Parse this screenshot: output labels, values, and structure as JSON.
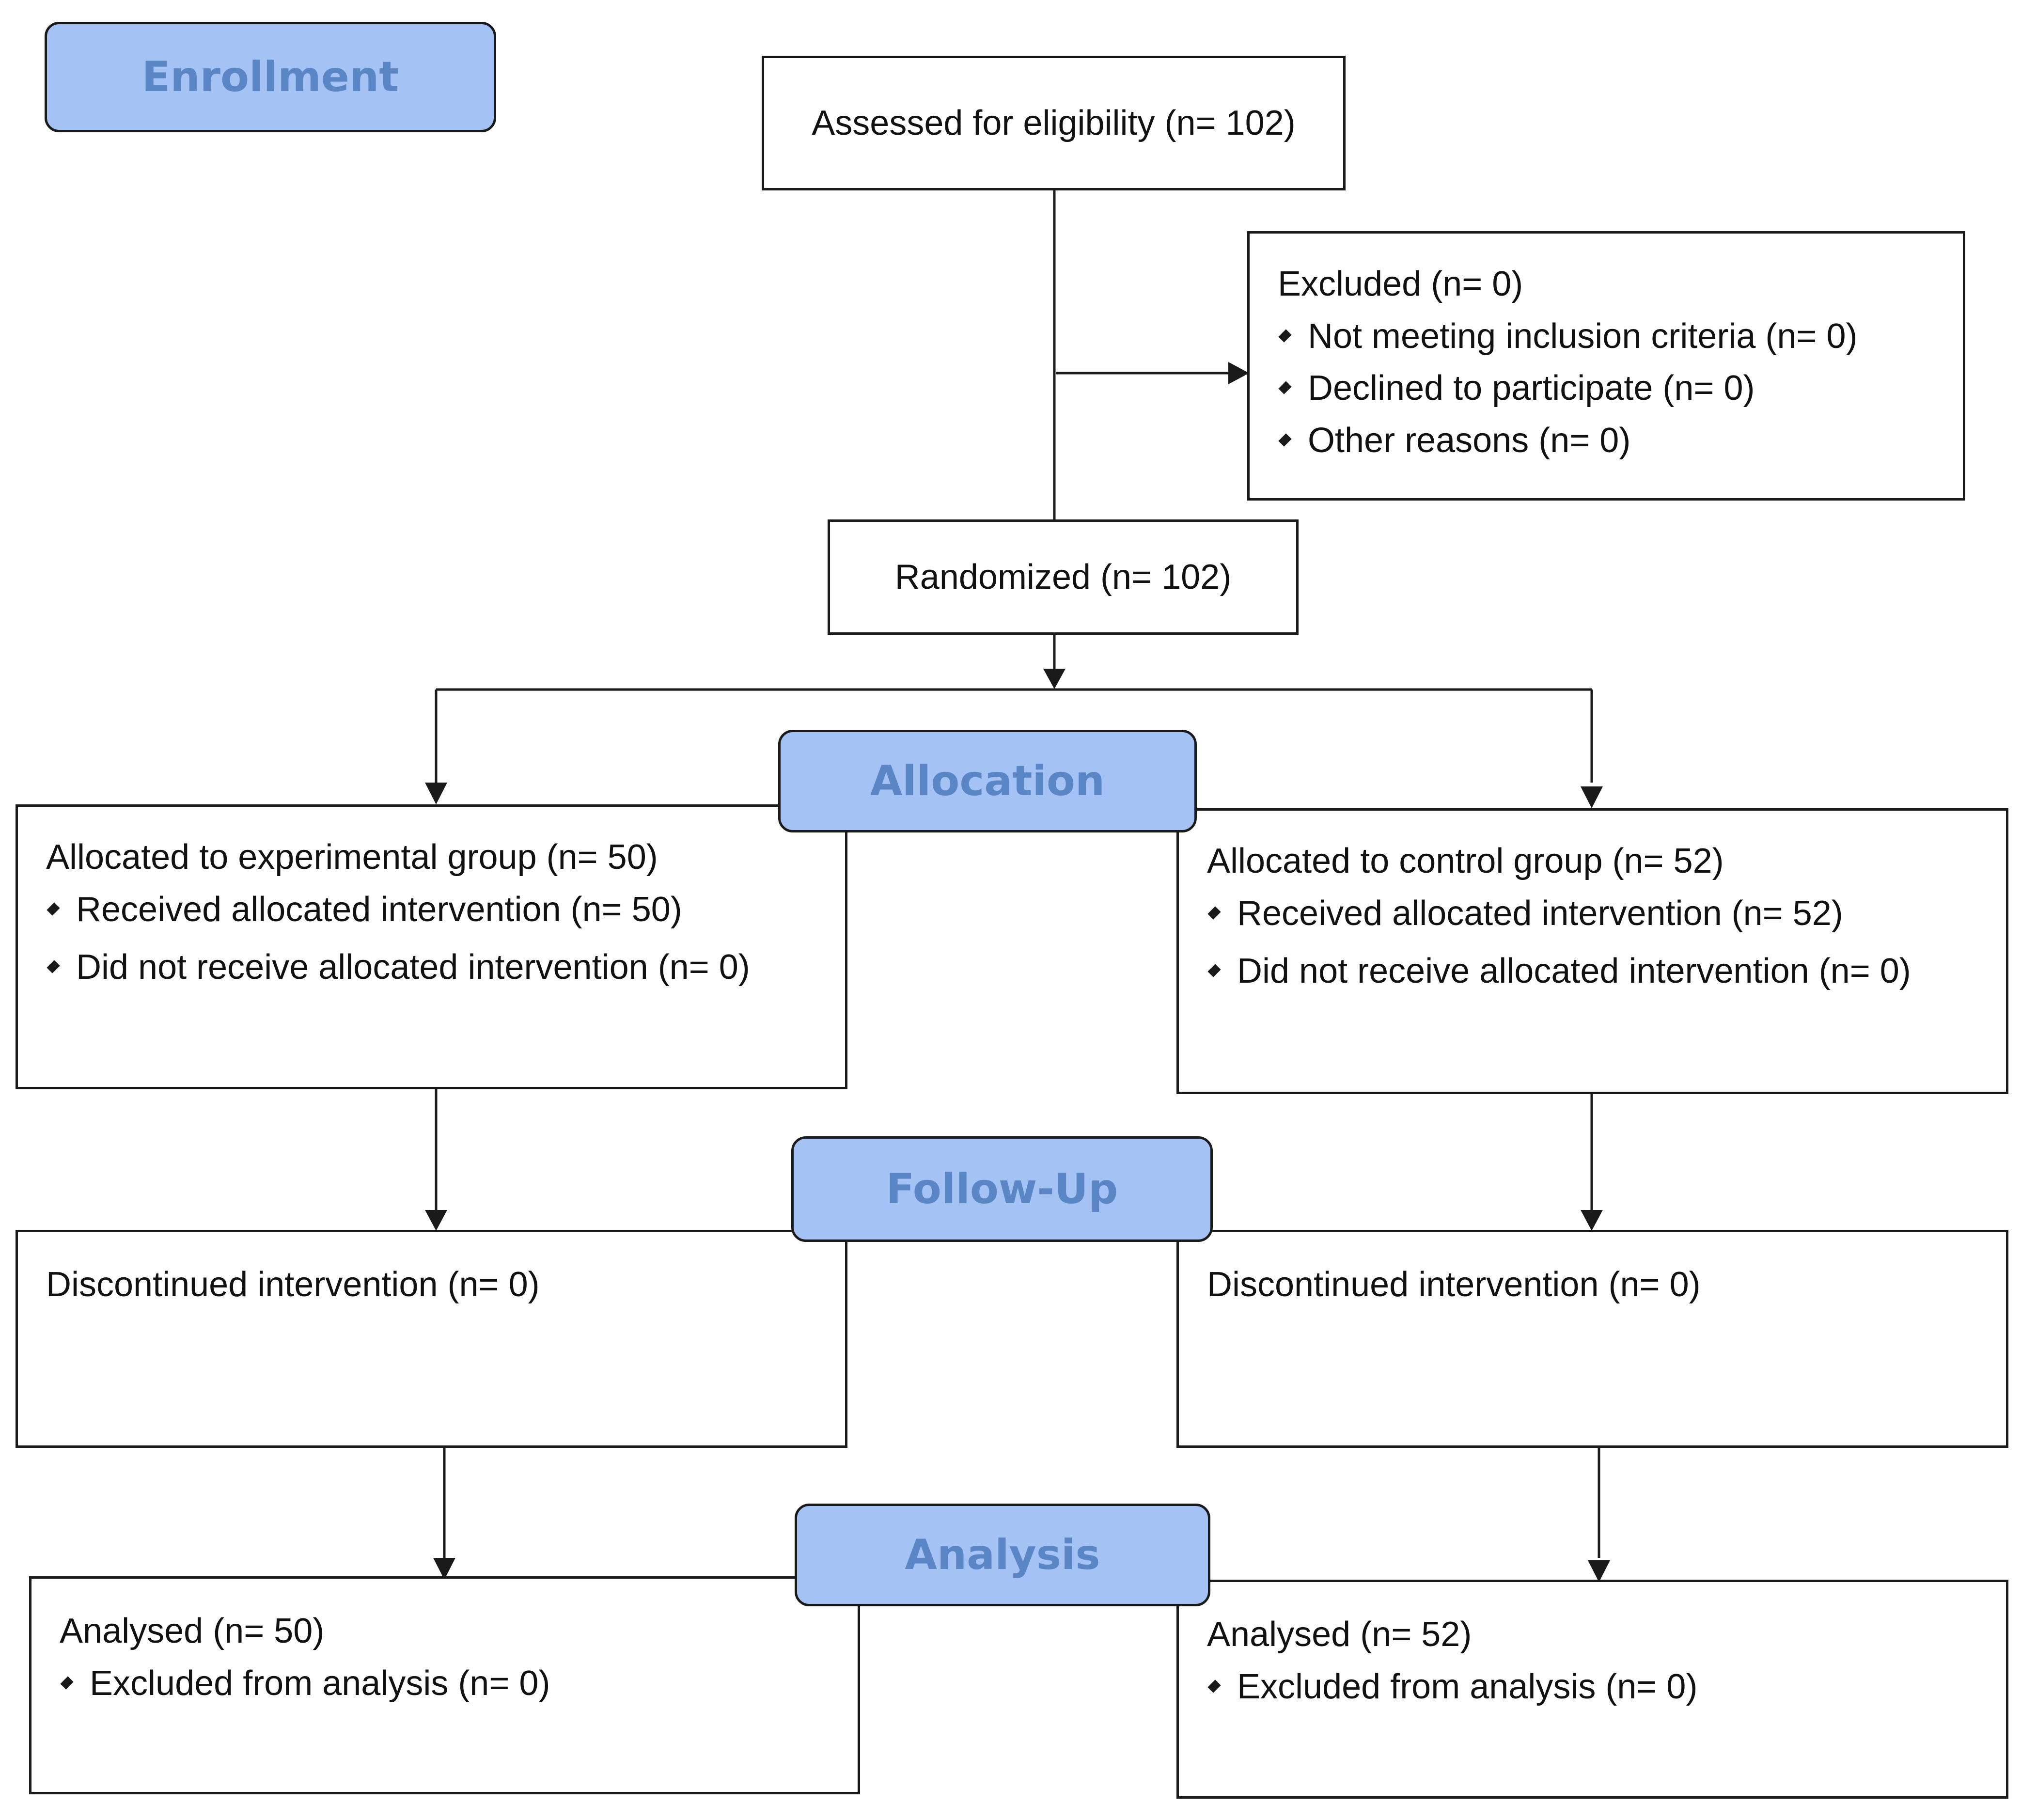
{
  "stages": {
    "enrollment": "Enrollment",
    "allocation": "Allocation",
    "follow_up": "Follow-Up",
    "analysis": "Analysis"
  },
  "assessed": "Assessed for eligibility (n= 102)",
  "excluded": {
    "title": "Excluded (n= 0)",
    "items": [
      "Not meeting inclusion criteria (n= 0)",
      "Declined to participate (n= 0)",
      "Other reasons (n= 0)"
    ]
  },
  "randomized": "Randomized (n= 102)",
  "allocation": {
    "experimental": {
      "title": "Allocated to experimental group (n= 50)",
      "items": [
        "Received allocated intervention (n= 50)",
        "Did not receive allocated intervention (n= 0)"
      ]
    },
    "control": {
      "title": "Allocated to control group (n= 52)",
      "items": [
        "Received allocated intervention (n= 52)",
        "Did not receive allocated intervention (n= 0)"
      ]
    }
  },
  "follow_up": {
    "experimental": "Discontinued intervention (n= 0)",
    "control": "Discontinued intervention (n= 0)"
  },
  "analysis": {
    "experimental": {
      "title": "Analysed (n= 50)",
      "items": [
        "Excluded from analysis (n= 0)"
      ]
    },
    "control": {
      "title": "Analysed (n= 52)",
      "items": [
        "Excluded from analysis (n= 0)"
      ]
    }
  },
  "colors": {
    "stage_fill": "#a4c2f4",
    "stage_text": "#5b86c5",
    "line": "#1a1a1a"
  }
}
